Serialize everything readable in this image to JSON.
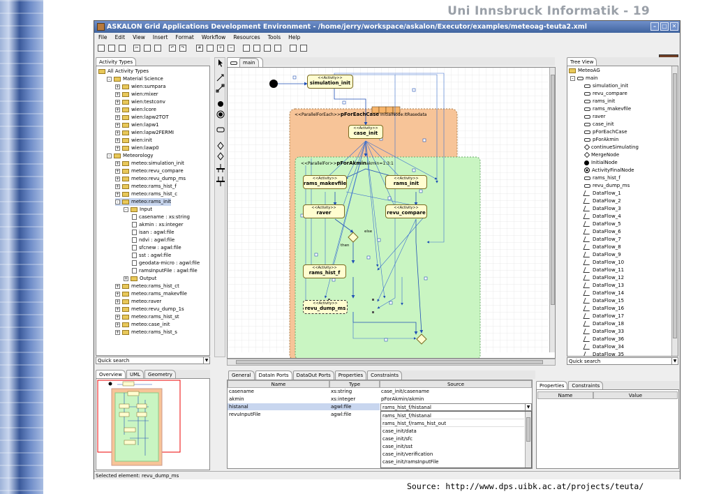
{
  "slide": {
    "title": "Uni Innsbruck Informatik - 19",
    "source": "Source: http://www.dps.uibk.ac.at/projects/teuta/"
  },
  "window": {
    "title": "ASKALON Grid Applications Development Environment - /home/jerry/workspace/askalon/Executor/examples/meteoag-teuta2.xml"
  },
  "menu": [
    "File",
    "Edit",
    "View",
    "Insert",
    "Format",
    "Workflow",
    "Resources",
    "Tools",
    "Help"
  ],
  "activity_panel": {
    "tab": "Activity Types",
    "search": "Quick search",
    "items": [
      {
        "depth": 0,
        "icon": "folder",
        "exp": "",
        "label": "All Activity Types"
      },
      {
        "depth": 1,
        "icon": "folder",
        "exp": "-",
        "label": "Material Science"
      },
      {
        "depth": 2,
        "icon": "folder",
        "exp": "+",
        "label": "wien:sumpara"
      },
      {
        "depth": 2,
        "icon": "folder",
        "exp": "+",
        "label": "wien:mixer"
      },
      {
        "depth": 2,
        "icon": "folder",
        "exp": "+",
        "label": "wien:testconv"
      },
      {
        "depth": 2,
        "icon": "folder",
        "exp": "+",
        "label": "wien:lcore"
      },
      {
        "depth": 2,
        "icon": "folder",
        "exp": "+",
        "label": "wien:lapw2TOT"
      },
      {
        "depth": 2,
        "icon": "folder",
        "exp": "+",
        "label": "wien:lapw1"
      },
      {
        "depth": 2,
        "icon": "folder",
        "exp": "+",
        "label": "wien:lapw2FERMI"
      },
      {
        "depth": 2,
        "icon": "folder",
        "exp": "+",
        "label": "wien:init"
      },
      {
        "depth": 2,
        "icon": "folder",
        "exp": "+",
        "label": "wien:lawp0"
      },
      {
        "depth": 1,
        "icon": "folder",
        "exp": "-",
        "label": "Meteorology"
      },
      {
        "depth": 2,
        "icon": "folder",
        "exp": "+",
        "label": "meteo:simulation_init"
      },
      {
        "depth": 2,
        "icon": "folder",
        "exp": "+",
        "label": "meteo:revu_compare"
      },
      {
        "depth": 2,
        "icon": "folder",
        "exp": "+",
        "label": "meteo:revu_dump_ms"
      },
      {
        "depth": 2,
        "icon": "folder",
        "exp": "+",
        "label": "meteo:rams_hist_f"
      },
      {
        "depth": 2,
        "icon": "folder",
        "exp": "+",
        "label": "meteo:rams_hist_c"
      },
      {
        "depth": 2,
        "icon": "folder",
        "exp": "-",
        "label": "meteo:rams_init",
        "hl": true
      },
      {
        "depth": 3,
        "icon": "folder",
        "exp": "-",
        "label": "Input"
      },
      {
        "depth": 4,
        "icon": "doc",
        "exp": "",
        "label": "casename : xs:string"
      },
      {
        "depth": 4,
        "icon": "doc",
        "exp": "",
        "label": "akmin : xs:integer"
      },
      {
        "depth": 4,
        "icon": "doc",
        "exp": "",
        "label": "isan : agwl:file"
      },
      {
        "depth": 4,
        "icon": "doc",
        "exp": "",
        "label": "ndvi : agwl:file"
      },
      {
        "depth": 4,
        "icon": "doc",
        "exp": "",
        "label": "sfcnew : agwl:file"
      },
      {
        "depth": 4,
        "icon": "doc",
        "exp": "",
        "label": "sst : agwl:file"
      },
      {
        "depth": 4,
        "icon": "doc",
        "exp": "",
        "label": "geodata-micro : agwl:file"
      },
      {
        "depth": 4,
        "icon": "doc",
        "exp": "",
        "label": "ramsInputFile : agwl:file"
      },
      {
        "depth": 3,
        "icon": "folder",
        "exp": "+",
        "label": "Output"
      },
      {
        "depth": 2,
        "icon": "folder",
        "exp": "+",
        "label": "meteo:rams_hist_ct"
      },
      {
        "depth": 2,
        "icon": "folder",
        "exp": "+",
        "label": "meteo:rams_makevfile"
      },
      {
        "depth": 2,
        "icon": "folder",
        "exp": "+",
        "label": "meteo:raver"
      },
      {
        "depth": 2,
        "icon": "folder",
        "exp": "+",
        "label": "meteo:revu_dump_1s"
      },
      {
        "depth": 2,
        "icon": "folder",
        "exp": "+",
        "label": "meteo:rams_hist_st"
      },
      {
        "depth": 2,
        "icon": "folder",
        "exp": "+",
        "label": "meteo:case_init"
      },
      {
        "depth": 2,
        "icon": "folder",
        "exp": "+",
        "label": "meteo:rams_hist_s"
      }
    ]
  },
  "overview_tabs": [
    "Overview",
    "UML",
    "Geometry"
  ],
  "canvas": {
    "tab": "main",
    "groups": {
      "foreach": {
        "stereo": "<<ParallelForEach>>",
        "name": "pForEachCase",
        "extra": "InitialNode:ItRasedata"
      },
      "parfor": {
        "stereo": "<<ParallelFor>>",
        "name": "pForAkmin",
        "extra": "akmin=1:3:1"
      }
    },
    "activity_stereo": "<<Activity>>",
    "activities": [
      "simulation_init",
      "case_init",
      "rams_makevfile",
      "rams_init",
      "raver",
      "revu_compare",
      "rams_hist_f",
      "revu_dump_ms"
    ],
    "edge_labels": {
      "else": "else",
      "then": "then"
    }
  },
  "tree_view": {
    "tab": "Tree View",
    "search": "Quick search",
    "root": "MeteoAG",
    "main": "main",
    "items": [
      {
        "icon": "rect",
        "label": "simulation_init"
      },
      {
        "icon": "rect",
        "label": "revu_compare"
      },
      {
        "icon": "rect",
        "label": "rams_init"
      },
      {
        "icon": "rect",
        "label": "rams_makevfile"
      },
      {
        "icon": "rect",
        "label": "raver"
      },
      {
        "icon": "rect",
        "label": "case_init"
      },
      {
        "icon": "rect",
        "label": "pForEachCase"
      },
      {
        "icon": "rect",
        "label": "pForAkmin"
      },
      {
        "icon": "diamond",
        "label": "continueSimulating"
      },
      {
        "icon": "diamond",
        "label": "MergeNode"
      },
      {
        "icon": "dot",
        "label": "InitialNode"
      },
      {
        "icon": "final",
        "label": "ActivityFinalNode"
      },
      {
        "icon": "rect",
        "label": "rams_hist_f"
      },
      {
        "icon": "rect",
        "label": "revu_dump_ms"
      },
      {
        "icon": "flow",
        "label": "DataFlow_1"
      },
      {
        "icon": "flow",
        "label": "DataFlow_2"
      },
      {
        "icon": "flow",
        "label": "DataFlow_3"
      },
      {
        "icon": "flow",
        "label": "DataFlow_4"
      },
      {
        "icon": "flow",
        "label": "DataFlow_5"
      },
      {
        "icon": "flow",
        "label": "DataFlow_6"
      },
      {
        "icon": "flow",
        "label": "DataFlow_7"
      },
      {
        "icon": "flow",
        "label": "DataFlow_8"
      },
      {
        "icon": "flow",
        "label": "DataFlow_9"
      },
      {
        "icon": "flow",
        "label": "DataFlow_10"
      },
      {
        "icon": "flow",
        "label": "DataFlow_11"
      },
      {
        "icon": "flow",
        "label": "DataFlow_12"
      },
      {
        "icon": "flow",
        "label": "DataFlow_13"
      },
      {
        "icon": "flow",
        "label": "DataFlow_14"
      },
      {
        "icon": "flow",
        "label": "DataFlow_15"
      },
      {
        "icon": "flow",
        "label": "DataFlow_16"
      },
      {
        "icon": "flow",
        "label": "DataFlow_17"
      },
      {
        "icon": "flow",
        "label": "DataFlow_18"
      },
      {
        "icon": "flow",
        "label": "DataFlow_33"
      },
      {
        "icon": "flow",
        "label": "DataFlow_36"
      },
      {
        "icon": "flow",
        "label": "DataFlow_34"
      },
      {
        "icon": "flow",
        "label": "DataFlow_35"
      }
    ]
  },
  "bottom_tabs": [
    "General",
    "DataIn Ports",
    "DataOut Ports",
    "Properties",
    "Constraints"
  ],
  "ports_table": {
    "columns": [
      "Name",
      "Type",
      "Source"
    ],
    "rows": [
      [
        "casename",
        "xs:string",
        "case_init/casename"
      ],
      [
        "akmin",
        "xs:integer",
        "pForAkmin/akmin"
      ],
      [
        "histanal",
        "agwl:file",
        "rams_hist_f/histanal"
      ],
      [
        "revuInputFile",
        "agwl:file",
        ""
      ]
    ],
    "dropdown": [
      "rams_hist_f/histanal",
      "rams_hist_f/rams_hist_out",
      "case_init/data",
      "case_init/sfc",
      "case_init/sst",
      "case_init/verification",
      "case_init/ramsInputFile"
    ]
  },
  "props_tabs": [
    "Properties",
    "Constraints"
  ],
  "props_table": {
    "columns": [
      "Name",
      "Value"
    ]
  },
  "status": "Selected element: revu_dump_ms",
  "colors": {
    "foreach": "#f7c498",
    "parfor": "#c9f5c2",
    "activity": "#fffdd0",
    "edge": "#1f4fb5",
    "title": "#4f6fae"
  }
}
